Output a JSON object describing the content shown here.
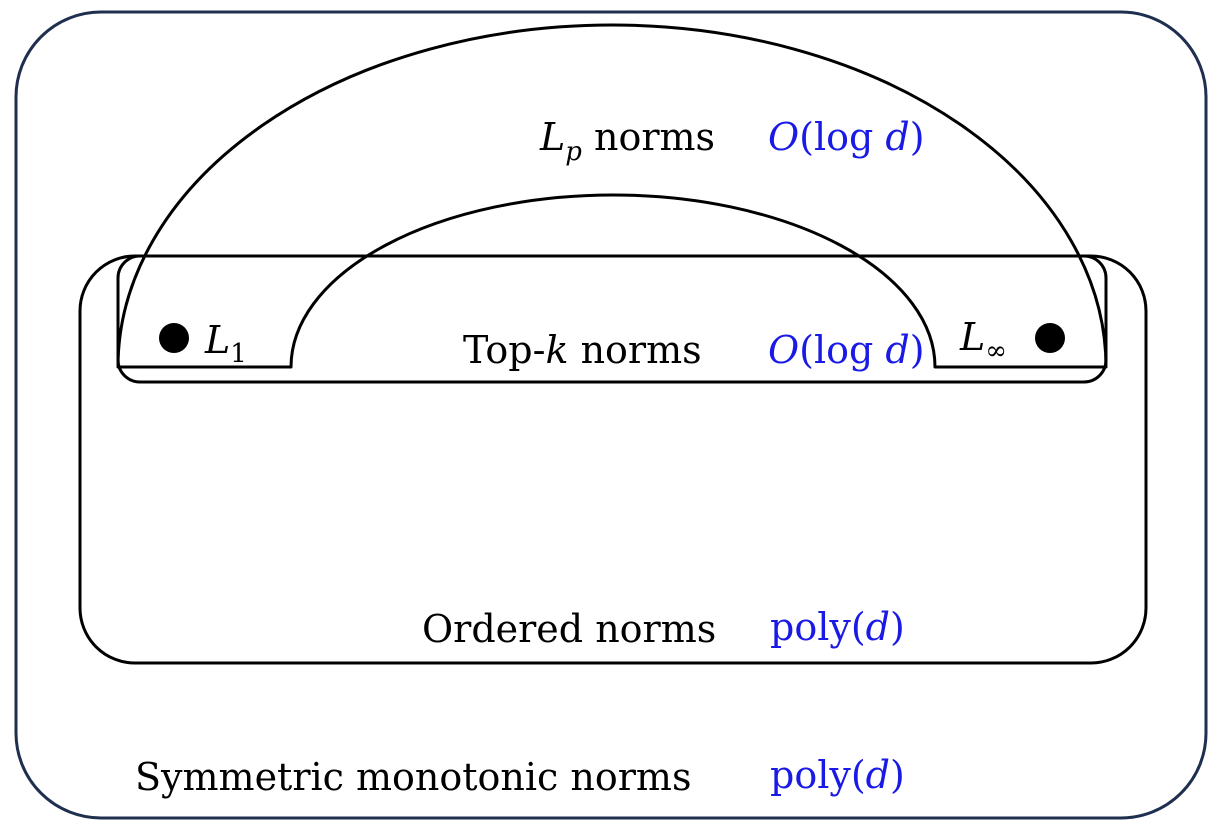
{
  "colors": {
    "outer_border": "#1f2f4f",
    "shape_stroke": "#000000",
    "complexity": "#1a1ae6"
  },
  "regions": {
    "symmetric_monotonic": {
      "label": "Symmetric monotonic norms",
      "bound_func": "poly(",
      "bound_var": "d",
      "bound_close": ")"
    },
    "ordered": {
      "label": "Ordered norms",
      "bound_func": "poly(",
      "bound_var": "d",
      "bound_close": ")"
    },
    "top_k": {
      "label_pre": "Top-",
      "label_var": "k",
      "label_post": " norms",
      "bound_O": "O",
      "bound_mid": "(log ",
      "bound_var": "d",
      "bound_close": ")"
    },
    "lp": {
      "label_L": "L",
      "label_sub": "p",
      "label_post": " norms",
      "bound_O": "O",
      "bound_mid": "(log ",
      "bound_var": "d",
      "bound_close": ")"
    }
  },
  "points": {
    "l1": {
      "L": "L",
      "sub": "1"
    },
    "linf": {
      "L": "L",
      "sub": "∞"
    }
  }
}
